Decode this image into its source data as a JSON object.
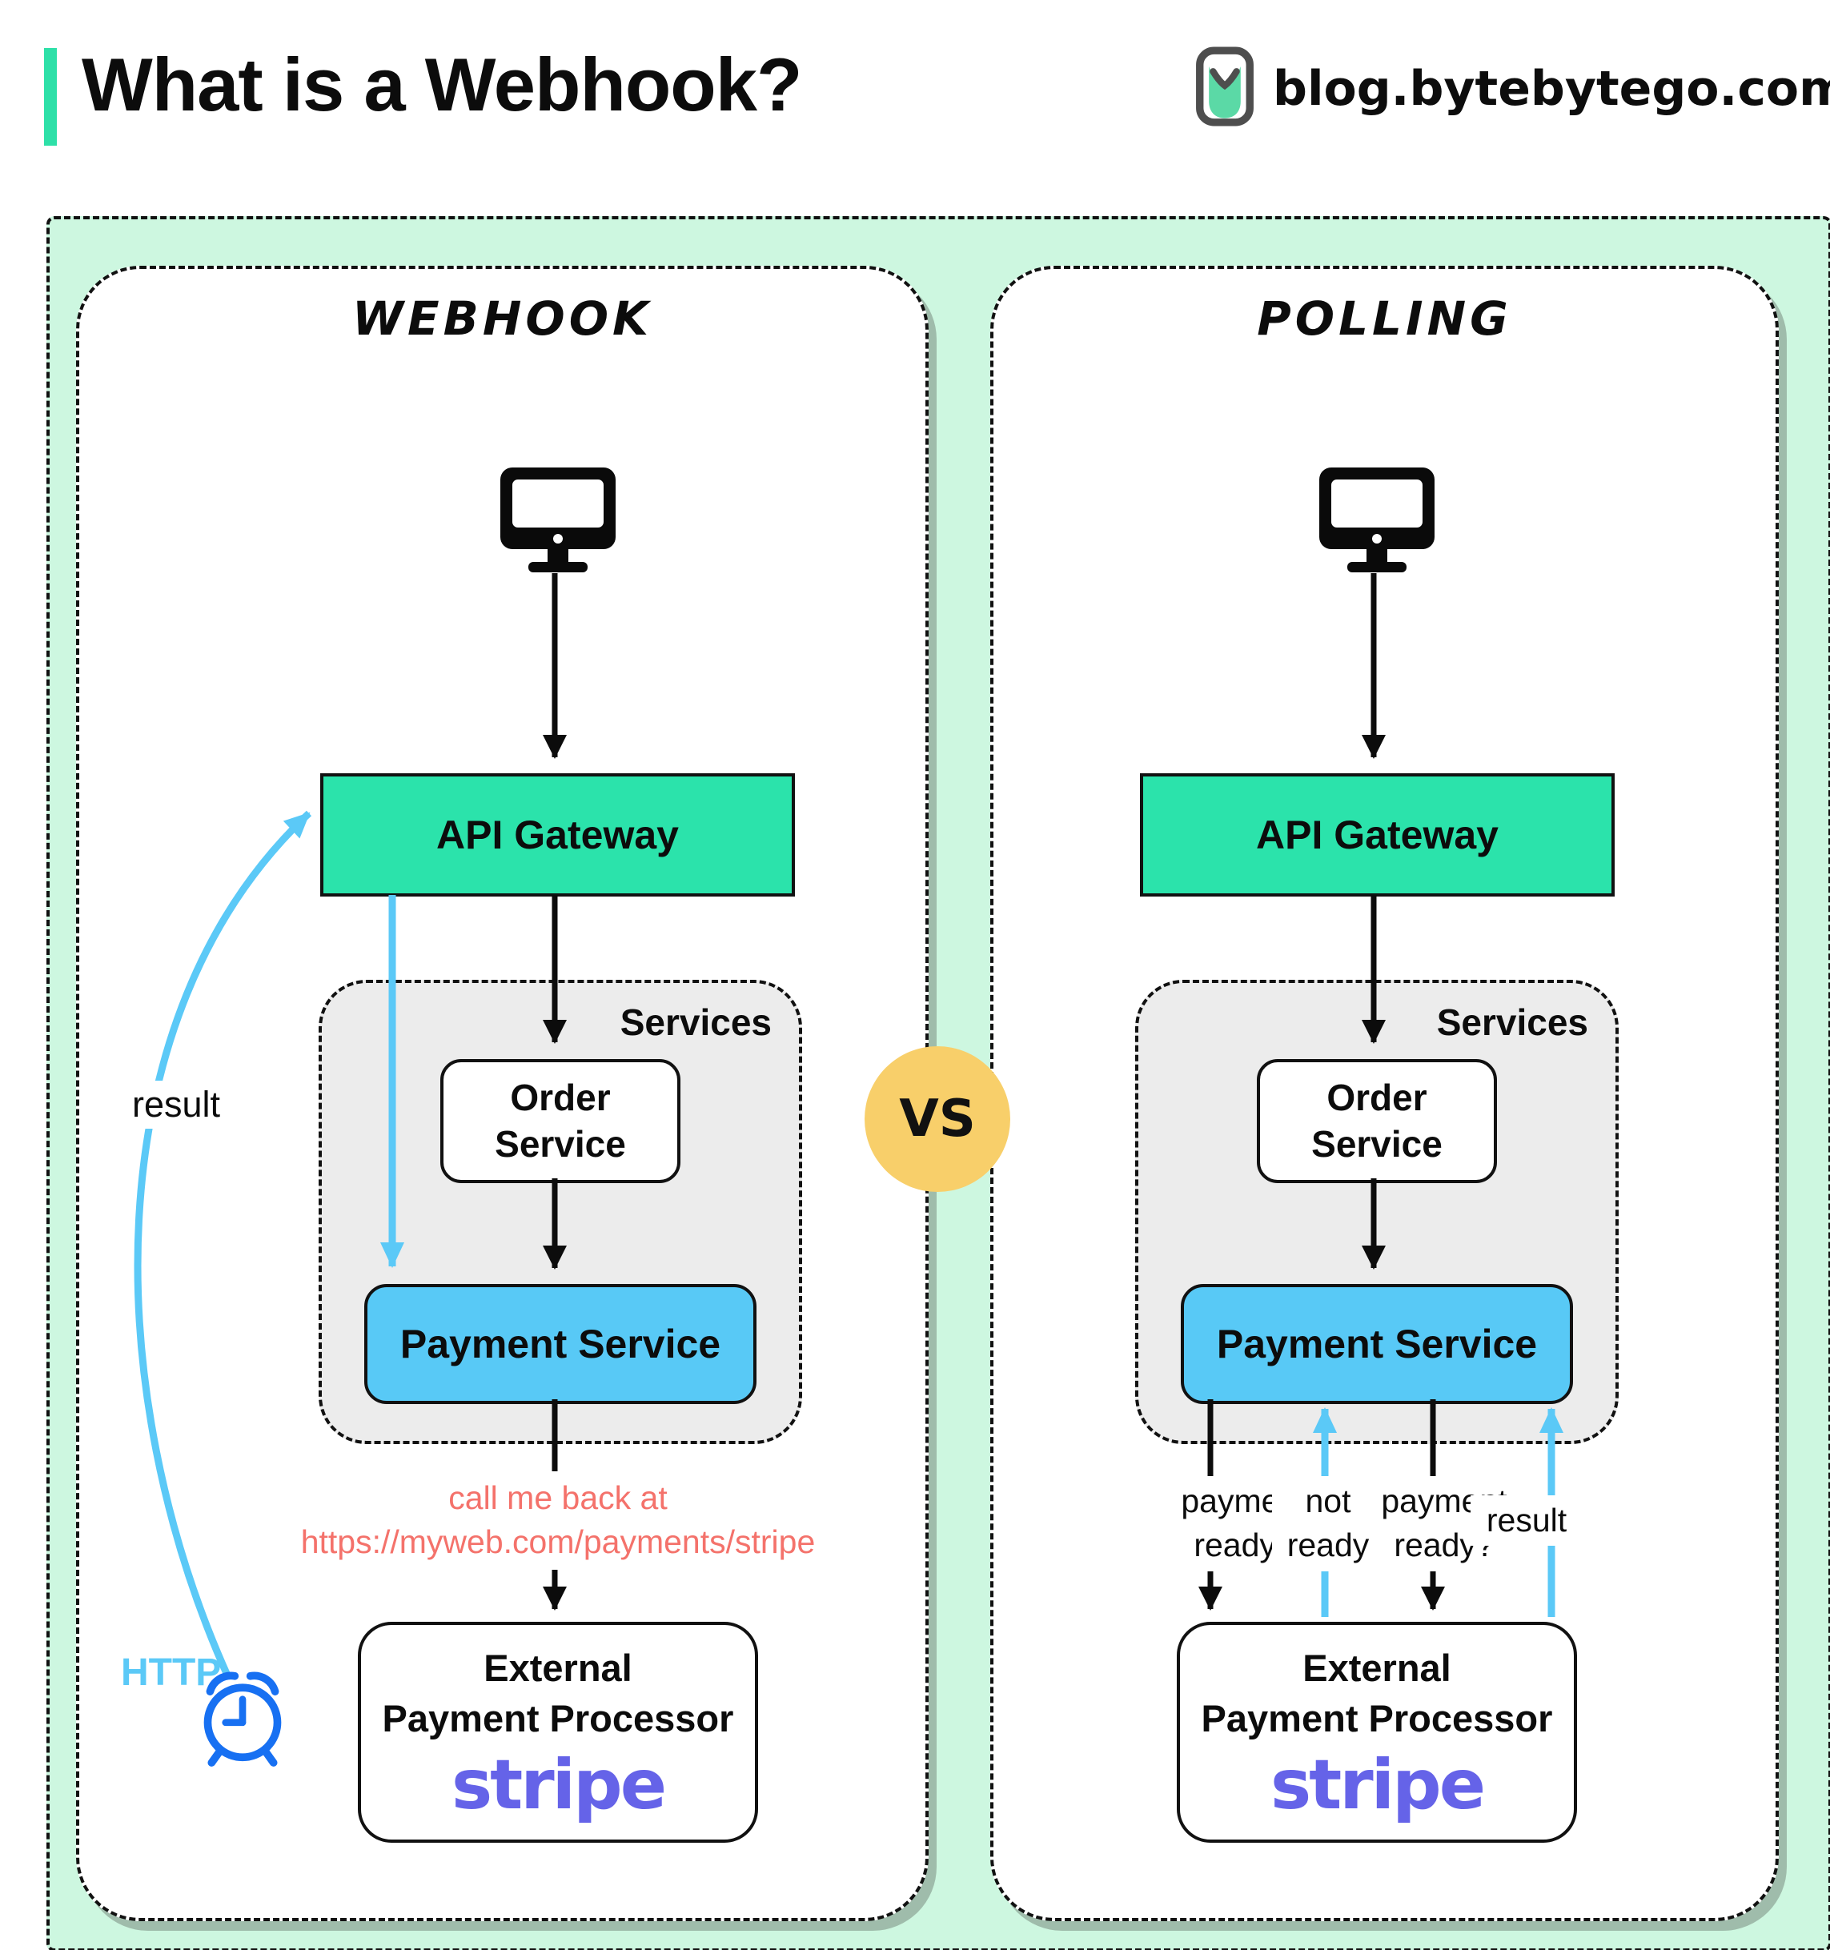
{
  "header": {
    "title": "What is a Webhook?",
    "site": "blog.bytebytego.com"
  },
  "vs_label": "VS",
  "webhook": {
    "title": "Webhook",
    "api_gateway": "API Gateway",
    "services_label": "Services",
    "order_line1": "Order",
    "order_line2": "Service",
    "payment_service": "Payment Service",
    "callback_line1": "call me back at",
    "callback_line2": "https://myweb.com/payments/stripe",
    "external_line1": "External",
    "external_line2": "Payment Processor",
    "stripe": "stripe",
    "http_label": "HTTP",
    "result_label": "result"
  },
  "polling": {
    "title": "Polling",
    "api_gateway": "API Gateway",
    "services_label": "Services",
    "order_line1": "Order",
    "order_line2": "Service",
    "payment_service": "Payment Service",
    "label_q1_line1": "payment",
    "label_q1_line2": "ready?",
    "label_not_line1": "not",
    "label_not_line2": "ready",
    "label_q2_line1": "payment",
    "label_q2_line2": "ready?",
    "label_result": "result",
    "external_line1": "External",
    "external_line2": "Payment Processor",
    "stripe": "stripe"
  },
  "colors": {
    "accent": "#2ee0a8",
    "mint_background": "#cdf7e0",
    "gateway_teal": "#2be3ab",
    "payment_blue": "#58c9f6",
    "arrow_blue": "#5bc9f7",
    "services_gray": "#ececec",
    "vs_yellow": "#f8cf6a",
    "callback_salmon": "#f4726b",
    "stripe_purple": "#6563e8",
    "clock_blue": "#1770f2"
  }
}
